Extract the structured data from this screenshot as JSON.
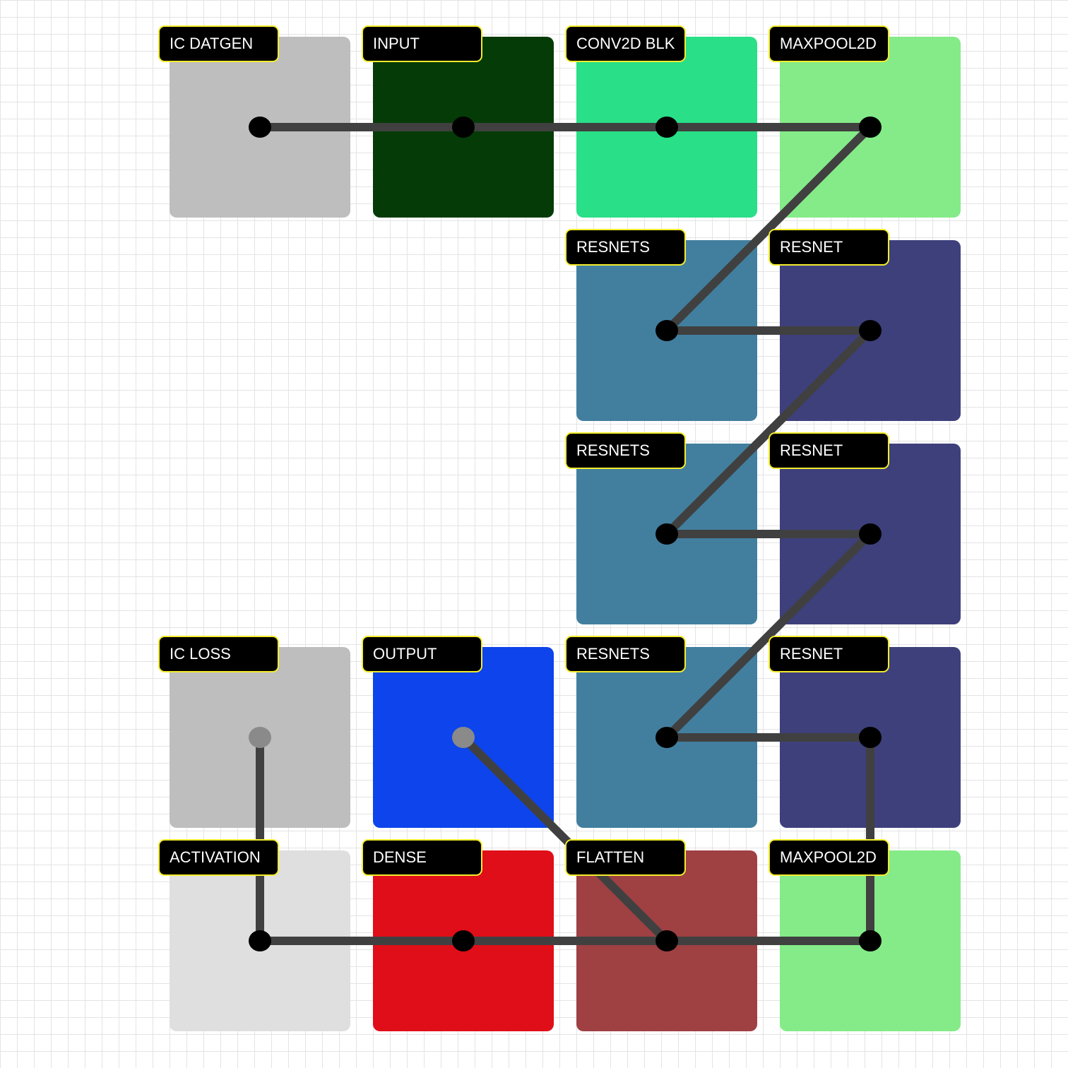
{
  "canvas": {
    "background": "#ffffff",
    "grid_color": "#e4e4e4",
    "wire_color": "#404040",
    "port_color": "#000000",
    "open_port_color": "#8a8a8a",
    "tag_border_color": "#f3ec2c"
  },
  "blocks": [
    {
      "id": "ic-datgen",
      "label": "IC DATGEN",
      "col": 0,
      "row": 0,
      "color": "#bebebe",
      "port": "connected"
    },
    {
      "id": "input",
      "label": "INPUT",
      "col": 1,
      "row": 0,
      "color": "#053b07",
      "port": "connected"
    },
    {
      "id": "conv2d-blk",
      "label": "CONV2D BLK",
      "col": 2,
      "row": 0,
      "color": "#29df87",
      "port": "connected"
    },
    {
      "id": "maxpool2d-top",
      "label": "MAXPOOL2D",
      "col": 3,
      "row": 0,
      "color": "#84eb88",
      "port": "connected"
    },
    {
      "id": "resnets-1",
      "label": "RESNETS",
      "col": 2,
      "row": 1,
      "color": "#427f9f",
      "port": "connected"
    },
    {
      "id": "resnet-1",
      "label": "RESNET",
      "col": 3,
      "row": 1,
      "color": "#3e407c",
      "port": "connected"
    },
    {
      "id": "resnets-2",
      "label": "RESNETS",
      "col": 2,
      "row": 2,
      "color": "#427f9f",
      "port": "connected"
    },
    {
      "id": "resnet-2",
      "label": "RESNET",
      "col": 3,
      "row": 2,
      "color": "#3e407c",
      "port": "connected"
    },
    {
      "id": "ic-loss",
      "label": "IC LOSS",
      "col": 0,
      "row": 3,
      "color": "#bebebe",
      "port": "open"
    },
    {
      "id": "output",
      "label": "OUTPUT",
      "col": 1,
      "row": 3,
      "color": "#0d44eb",
      "port": "open"
    },
    {
      "id": "resnets-3",
      "label": "RESNETS",
      "col": 2,
      "row": 3,
      "color": "#427f9f",
      "port": "connected"
    },
    {
      "id": "resnet-3",
      "label": "RESNET",
      "col": 3,
      "row": 3,
      "color": "#3e407c",
      "port": "connected"
    },
    {
      "id": "activation",
      "label": "ACTIVATION",
      "col": 0,
      "row": 4,
      "color": "#dfdfdf",
      "port": "connected"
    },
    {
      "id": "dense",
      "label": "DENSE",
      "col": 1,
      "row": 4,
      "color": "#df0e18",
      "port": "connected"
    },
    {
      "id": "flatten",
      "label": "FLATTEN",
      "col": 2,
      "row": 4,
      "color": "#9f4043",
      "port": "connected"
    },
    {
      "id": "maxpool2d-bottom",
      "label": "MAXPOOL2D",
      "col": 3,
      "row": 4,
      "color": "#84eb88",
      "port": "connected"
    }
  ],
  "links": [
    [
      "ic-datgen",
      "input"
    ],
    [
      "input",
      "conv2d-blk"
    ],
    [
      "conv2d-blk",
      "maxpool2d-top"
    ],
    [
      "maxpool2d-top",
      "resnets-1"
    ],
    [
      "resnets-1",
      "resnet-1"
    ],
    [
      "resnet-1",
      "resnets-2"
    ],
    [
      "resnets-2",
      "resnet-2"
    ],
    [
      "resnet-2",
      "resnets-3"
    ],
    [
      "resnets-3",
      "resnet-3"
    ],
    [
      "resnet-3",
      "maxpool2d-bottom"
    ],
    [
      "maxpool2d-bottom",
      "flatten"
    ],
    [
      "flatten",
      "dense"
    ],
    [
      "dense",
      "activation"
    ],
    [
      "activation",
      "ic-loss"
    ],
    [
      "flatten",
      "output"
    ]
  ]
}
